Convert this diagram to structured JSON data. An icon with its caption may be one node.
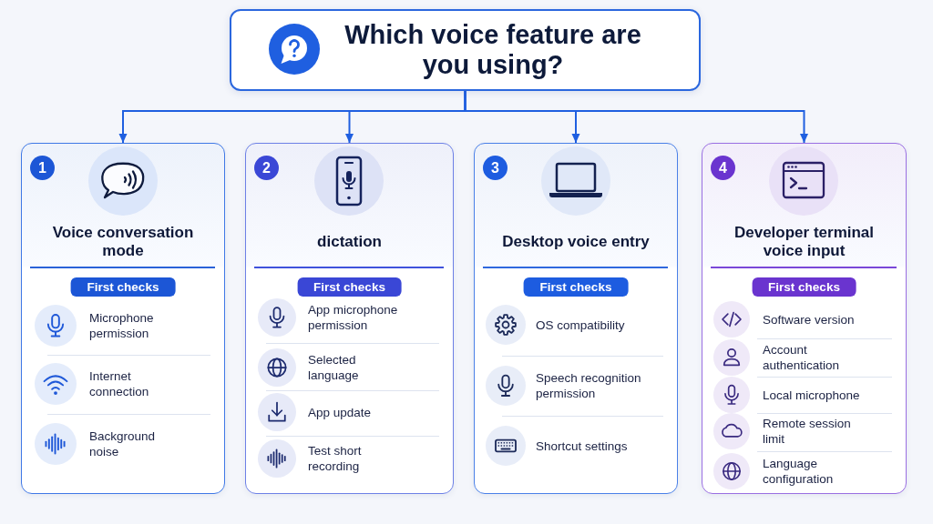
{
  "diagram": {
    "nodes": [
      {
        "text": [
          "Which voice feature are you using?"
        ]
      },
      {
        "text": [
          "Voice conversation mode",
          "Microphone permission",
          "Internet connection",
          "Background noise"
        ]
      },
      {
        "text": [
          "1"
        ],
        "in": 1
      },
      {
        "text": [
          "First checks"
        ],
        "in": 1
      },
      {
        "text": [
          "dictation",
          "App microphone permission",
          "Selected language",
          "App update",
          "Test short recording"
        ]
      },
      {
        "text": [
          "2"
        ],
        "in": 4
      },
      {
        "text": [
          "First checks"
        ],
        "in": 4
      },
      {
        "text": [
          "Desktop voice entry",
          "OS compatibility",
          "Speech recognition permission",
          "Shortcut settings"
        ]
      },
      {
        "text": [
          "3"
        ],
        "in": 7
      },
      {
        "text": [
          "First checks"
        ],
        "in": 7
      },
      {
        "text": [
          "Developer terminal voice input",
          "Software version",
          "Account authentication",
          "Local microphone",
          "Remote session limit",
          "Language configuration"
        ]
      },
      {
        "text": [
          "4"
        ],
        "in": 10
      },
      {
        "text": [
          "First checks"
        ],
        "in": 10
      }
    ],
    "edges": [
      {
        "from": 0,
        "to": 1,
        "arrow": "to"
      },
      {
        "from": 0,
        "to": 4,
        "arrow": "to"
      },
      {
        "from": 0,
        "to": 7,
        "arrow": "to"
      },
      {
        "from": 0,
        "to": 10,
        "arrow": "to"
      }
    ]
  }
}
